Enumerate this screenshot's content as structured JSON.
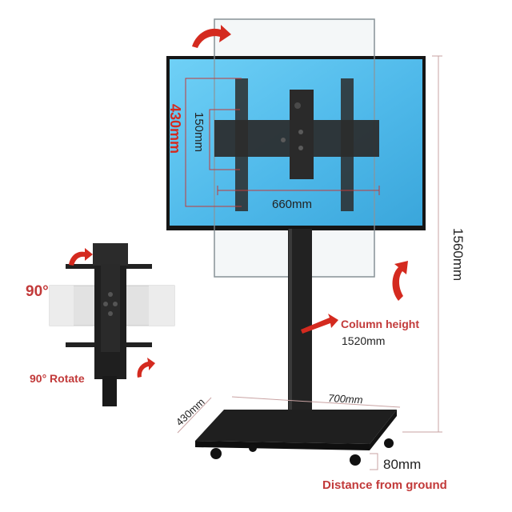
{
  "main_view": {
    "mount_height": "430mm",
    "mount_height_inner": "150mm",
    "mount_width": "660mm",
    "total_height": "1560mm",
    "column_label_line1": "Column height",
    "column_label_line2": "1520mm",
    "base_depth": "430mm",
    "base_width": "700mm",
    "ground_clearance": "80mm",
    "ground_clearance_label": "Distance from ground"
  },
  "inset": {
    "angle_label": "90°",
    "rotate_label": "90° Rotate"
  },
  "colors": {
    "accent_red": "#d42a1f",
    "screen_blue": "#5bc6f0",
    "metal_black": "#1c1c1c",
    "dimension_line": "#c23a3a"
  },
  "icons": [
    "curved-arrow-icon",
    "rotate-arrow-icon",
    "pointer-arrow-icon"
  ]
}
